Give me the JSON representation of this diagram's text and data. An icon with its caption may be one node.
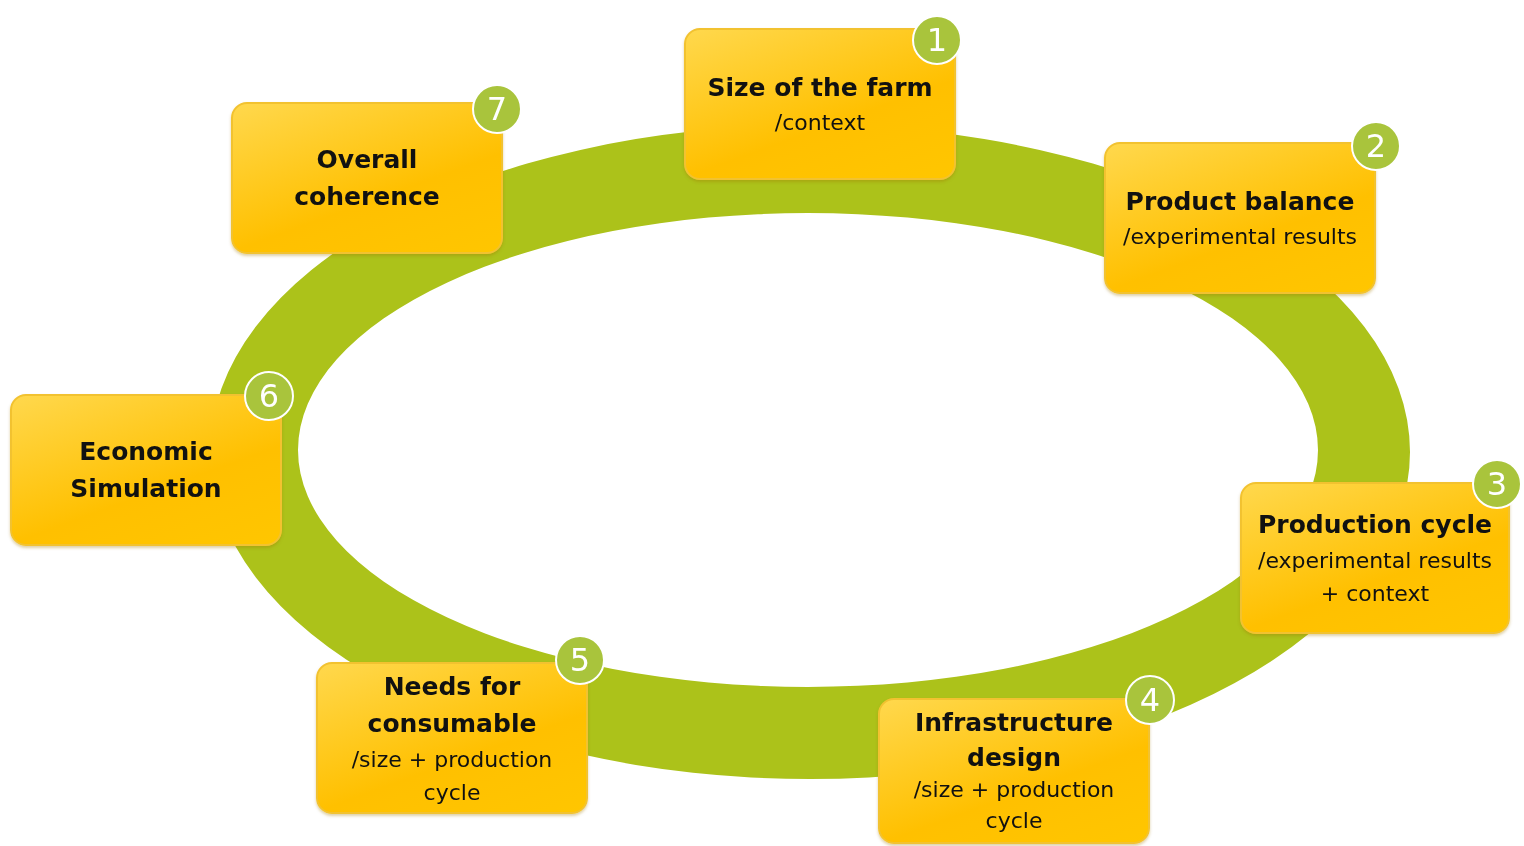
{
  "diagram": {
    "nodes": [
      {
        "text": [
          "Size of the farm",
          "/context"
        ]
      },
      {
        "text": [
          "Product balance",
          "/experimental results"
        ]
      },
      {
        "text": [
          "Production cycle",
          "/experimental results + context"
        ]
      },
      {
        "text": [
          "Infrastructure design",
          "/size + production cycle"
        ]
      },
      {
        "text": [
          "Needs for consumable",
          "/size + production cycle"
        ]
      },
      {
        "text": [
          "Economic Simulation"
        ]
      },
      {
        "text": [
          "Overall coherence"
        ]
      }
    ],
    "labels": [
      "1",
      "7",
      "2",
      "6",
      "3",
      "5",
      "4"
    ]
  }
}
